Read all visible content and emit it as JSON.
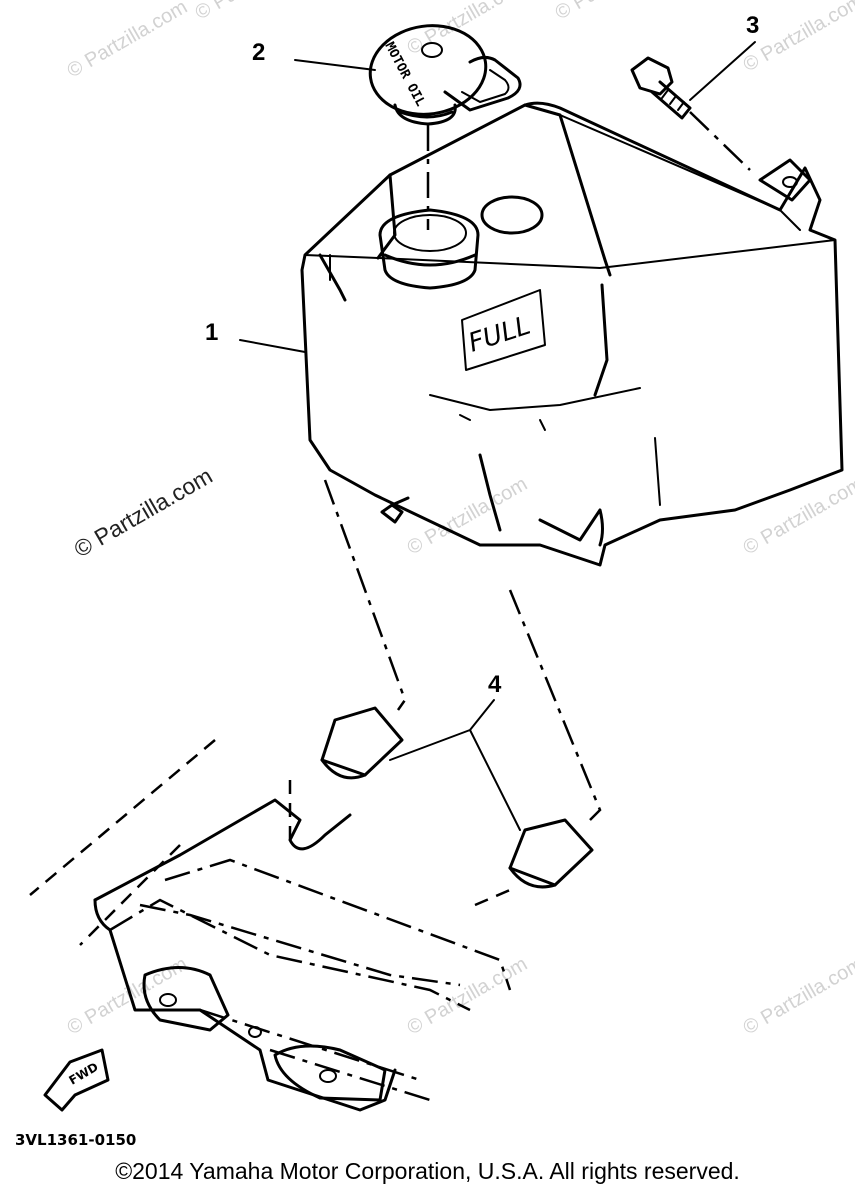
{
  "diagram": {
    "callouts": [
      "1",
      "2",
      "3",
      "4"
    ],
    "tank_label": "FULL",
    "cap_text": "MOTOR OIL",
    "front_label": "FWD",
    "ref_code": "3VL1361-0150",
    "watermarks": [
      "© Partzilla.com",
      "© Partzilla.com",
      "© Partzilla.com",
      "© Partzilla.com",
      "© Partzilla.com",
      "© Partzilla.com",
      "© Partzilla.com",
      "© Partzilla.com",
      "© Partzilla.com",
      "© Partzilla.com"
    ],
    "watermark_main": "© Partzilla.com",
    "copyright": "©2014 Yamaha Motor Corporation, U.S.A. All rights reserved."
  }
}
